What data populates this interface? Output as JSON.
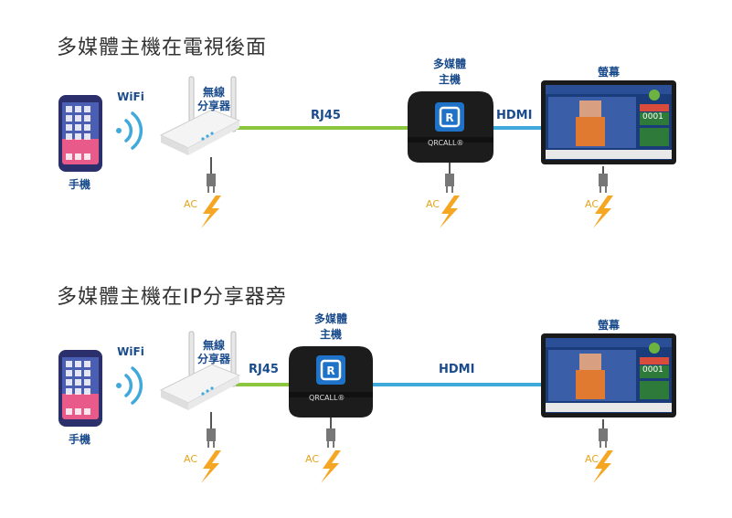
{
  "sections": [
    {
      "title": "多媒體主機在電視後面",
      "phone_label": "手機",
      "wifi_label": "WiFi",
      "router_label": "無線\n分享器",
      "rj45_label": "RJ45",
      "host_label": "多媒體\n主機",
      "hdmi_label": "HDMI",
      "screen_label": "螢幕",
      "ac_label": "AC",
      "box_brand": "QRCALL®",
      "screen_number": "0001"
    },
    {
      "title": "多媒體主機在IP分享器旁",
      "phone_label": "手機",
      "wifi_label": "WiFi",
      "router_label": "無線\n分享器",
      "rj45_label": "RJ45",
      "host_label": "多媒體\n主機",
      "hdmi_label": "HDMI",
      "screen_label": "螢幕",
      "ac_label": "AC",
      "box_brand": "QRCALL®",
      "screen_number": "0001"
    }
  ],
  "colors": {
    "rj45_cable": "#8cc63f",
    "hdmi_cable": "#3fa9dc",
    "label_blue": "#1a4b8c",
    "lightning": "#f5a623",
    "phone_bezel": "#2b2f6b",
    "box_dark": "#1c1c1c"
  }
}
